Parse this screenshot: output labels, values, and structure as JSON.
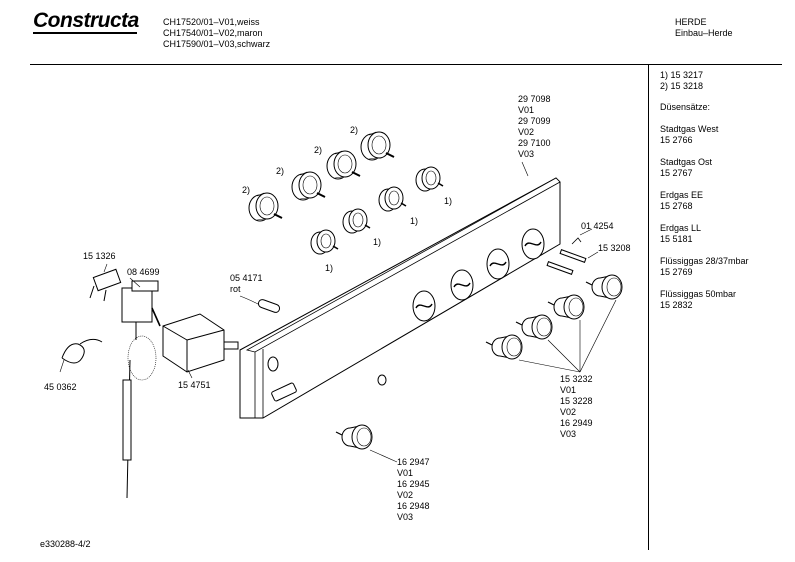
{
  "header": {
    "brand": "Constructa",
    "models": [
      "CH17520/01–V01,weiss",
      "CH17540/01–V02,maron",
      "CH17590/01–V03,schwarz"
    ],
    "category": "HERDE",
    "subcategory": "Einbau–Herde"
  },
  "sidebar": {
    "notes": [
      "1)  15 3217",
      "2)  15 3218"
    ],
    "nozzle_heading": "Düsensätze:",
    "gases": [
      {
        "name": "Stadtgas West",
        "part": "15 2766"
      },
      {
        "name": "Stadtgas Ost",
        "part": "15 2767"
      },
      {
        "name": "Erdgas EE",
        "part": "15 2768"
      },
      {
        "name": "Erdgas LL",
        "part": "15 5181"
      },
      {
        "name": "Flüssiggas 28/37mbar",
        "part": "15 2769"
      },
      {
        "name": "Flüssiggas 50mbar",
        "part": "15 2832"
      }
    ]
  },
  "labels": {
    "panel_parts": [
      "29 7098",
      "V01",
      "29 7099",
      "V02",
      "29 7100",
      "V03"
    ],
    "knob_parts": [
      "15 3232",
      "V01",
      "15 3228",
      "V02",
      "16 2949",
      "V03"
    ],
    "bottom_knob_parts": [
      "16 2947",
      "V01",
      "16 2945",
      "V02",
      "16 2948",
      "V03"
    ],
    "screw_clip": "01 4254",
    "screw": "15 3208",
    "plug": "15 1326",
    "thermostat": "08 4699",
    "lamp": "05 4171",
    "lamp_color": "rot",
    "switch": "15 4751",
    "cable": "45 0362",
    "note_1": "1)",
    "note_2": "2)"
  },
  "footer": {
    "drawing_id": "e330288-4/2"
  }
}
